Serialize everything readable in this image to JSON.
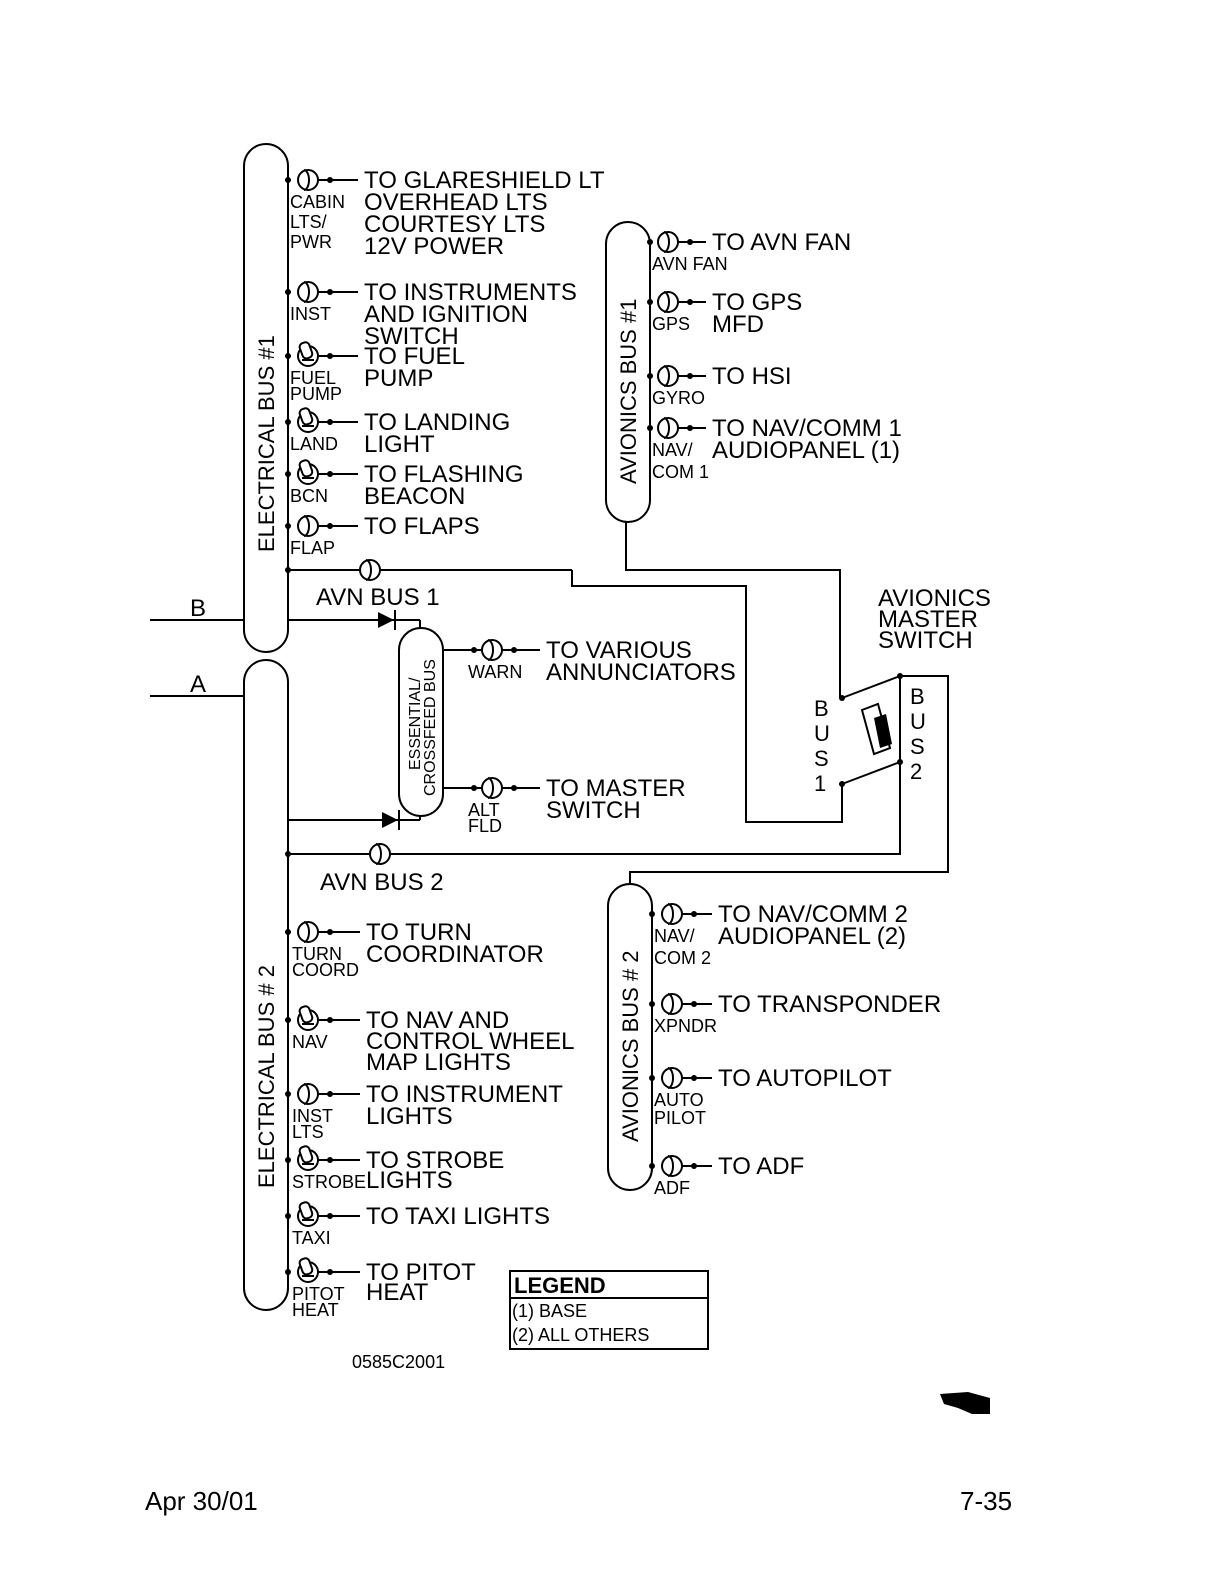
{
  "buses": {
    "elec1": "ELECTRICAL BUS #1",
    "elec2": "ELECTRICAL  BUS # 2",
    "avn1": "AVIONICS  BUS #1",
    "avn2": "AVIONICS BUS # 2",
    "ess1": "ESSENTIAL/",
    "ess2": "CROSSFEED BUS"
  },
  "feeders": {
    "b": "B",
    "a": "A",
    "avn_bus1": "AVN BUS 1",
    "avn_bus2": "AVN BUS 2"
  },
  "elec1_items": [
    {
      "sw": [
        "CABIN",
        "LTS/",
        "PWR"
      ],
      "to": [
        "TO GLARESHIELD LT",
        "OVERHEAD LTS",
        "COURTESY LTS",
        "12V POWER"
      ]
    },
    {
      "sw": [
        "INST"
      ],
      "to": [
        "TO INSTRUMENTS",
        "AND IGNITION",
        "SWITCH"
      ]
    },
    {
      "sw": [
        "FUEL",
        "PUMP"
      ],
      "to": [
        "TO FUEL",
        "PUMP"
      ]
    },
    {
      "sw": [
        "LAND"
      ],
      "to": [
        "TO LANDING",
        "LIGHT"
      ]
    },
    {
      "sw": [
        "BCN"
      ],
      "to": [
        "TO FLASHING",
        "BEACON"
      ]
    },
    {
      "sw": [
        "FLAP"
      ],
      "to": [
        "TO FLAPS"
      ]
    }
  ],
  "ess_items": [
    {
      "sw": [
        "WARN"
      ],
      "to": [
        "TO VARIOUS",
        "ANNUNCIATORS"
      ]
    },
    {
      "sw": [
        "ALT",
        "FLD"
      ],
      "to": [
        "TO MASTER",
        "SWITCH"
      ]
    }
  ],
  "elec2_items": [
    {
      "sw": [
        "TURN",
        "COORD"
      ],
      "to": [
        "TO TURN",
        "COORDINATOR"
      ]
    },
    {
      "sw": [
        "NAV"
      ],
      "to": [
        "TO NAV AND",
        "CONTROL WHEEL",
        "MAP LIGHTS"
      ]
    },
    {
      "sw": [
        "INST",
        "LTS"
      ],
      "to": [
        "TO INSTRUMENT",
        "LIGHTS"
      ]
    },
    {
      "sw": [
        "STROBE"
      ],
      "to": [
        "TO STROBE",
        "LIGHTS"
      ]
    },
    {
      "sw": [
        "TAXI"
      ],
      "to": [
        "TO TAXI LIGHTS"
      ]
    },
    {
      "sw": [
        "PITOT",
        "HEAT"
      ],
      "to": [
        "TO PITOT",
        "HEAT"
      ]
    }
  ],
  "avn1_items": [
    {
      "sw": [
        "AVN FAN"
      ],
      "to": [
        "TO AVN FAN"
      ]
    },
    {
      "sw": [
        "GPS"
      ],
      "to": [
        "TO GPS",
        "MFD"
      ]
    },
    {
      "sw": [
        "GYRO"
      ],
      "to": [
        "TO HSI"
      ]
    },
    {
      "sw": [
        "NAV/",
        "COM 1"
      ],
      "to": [
        "TO NAV/COMM 1",
        "AUDIOPANEL (1)"
      ]
    }
  ],
  "avn2_items": [
    {
      "sw": [
        "NAV/",
        "COM 2"
      ],
      "to": [
        "TO NAV/COMM 2",
        "AUDIOPANEL (2)"
      ]
    },
    {
      "sw": [
        "XPNDR"
      ],
      "to": [
        "TO TRANSPONDER"
      ]
    },
    {
      "sw": [
        "AUTO",
        "PILOT"
      ],
      "to": [
        "TO AUTOPILOT"
      ]
    },
    {
      "sw": [
        "ADF"
      ],
      "to": [
        "TO ADF"
      ]
    }
  ],
  "master": {
    "title": [
      "AVIONICS",
      "MASTER",
      "SWITCH"
    ],
    "bus1": [
      "B",
      "U",
      "S",
      "1"
    ],
    "bus2": [
      "B",
      "U",
      "S",
      "2"
    ]
  },
  "legend": {
    "title": "LEGEND",
    "rows": [
      "(1)  BASE",
      "(2)  ALL OTHERS"
    ]
  },
  "figure_id": "0585C2001",
  "footer": {
    "date": "Apr 30/01",
    "page": "7-35"
  }
}
